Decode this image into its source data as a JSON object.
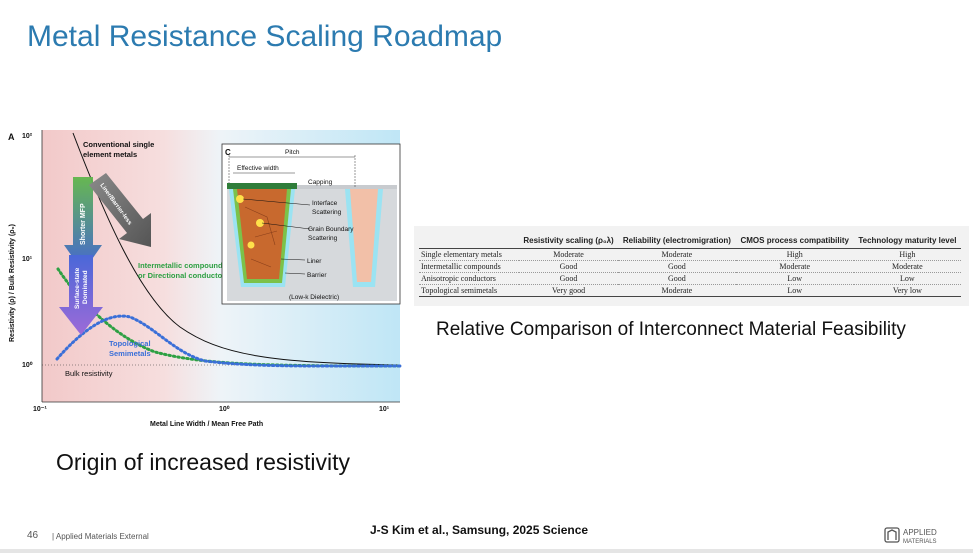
{
  "title": "Metal Resistance Scaling Roadmap",
  "figure_left": {
    "panel_a_label": "A",
    "panel_c_label": "C",
    "y_axis_label": "Resistivity (ρ) / Bulk Resistivity (ρ₀)",
    "x_axis_label": "Metal Line Width / Mean Free Path",
    "y_ticks": [
      "10²",
      "10¹",
      "10⁰"
    ],
    "x_ticks": [
      "10⁻¹",
      "10⁰",
      "10¹"
    ],
    "curve_labels": {
      "conventional": [
        "Conventional single",
        "element metals"
      ],
      "intermetallic": [
        "Intermetallic compounds",
        "or Directional conductors"
      ],
      "topological": [
        "Topological",
        "Semimetals"
      ],
      "bulk": "Bulk resistivity"
    },
    "arrows": {
      "shorter_mfp": "Shorter MFP",
      "liner_barrier": "Liner/Barrier-less",
      "surface_state": [
        "Surface-state",
        "Dominated"
      ]
    },
    "inset": {
      "pitch": "Pitch",
      "effective_width": "Effective width",
      "capping": "Capping",
      "interface": [
        "Interface",
        "Scattering"
      ],
      "grain": [
        "Grain Boundary",
        "Scattering"
      ],
      "liner": "Liner",
      "barrier": "Barrier",
      "dielectric": "(Low-k Dielectric)"
    },
    "colors": {
      "conventional": "#111111",
      "intermetallic": "#2ea043",
      "topological": "#3a6fd8",
      "arrow_green": "#6cbb4a",
      "arrow_gray": "#6a6a6a",
      "arrow_purple": "#7b5cd6"
    }
  },
  "caption_left": "Origin of increased resistivity",
  "table": {
    "headers": [
      "",
      "Resistivity scaling (ρ₀λ)",
      "Reliability (electromigration)",
      "CMOS process compatibility",
      "Technology maturity level"
    ],
    "rows": [
      [
        "Single elementary metals",
        "Moderate",
        "Moderate",
        "High",
        "High"
      ],
      [
        "Intermetallic compounds",
        "Good",
        "Good",
        "Moderate",
        "Moderate"
      ],
      [
        "Anisotropic conductors",
        "Good",
        "Good",
        "Low",
        "Low"
      ],
      [
        "Topological semimetals",
        "Very good",
        "Moderate",
        "Low",
        "Very low"
      ]
    ]
  },
  "caption_right": "Relative Comparison of Interconnect Material Feasibility",
  "footer": {
    "page": "46",
    "text": "|  Applied Materials External",
    "citation": "J-S Kim et al., Samsung, 2025 Science",
    "logo": [
      "APPLIED",
      "MATERIALS"
    ]
  }
}
